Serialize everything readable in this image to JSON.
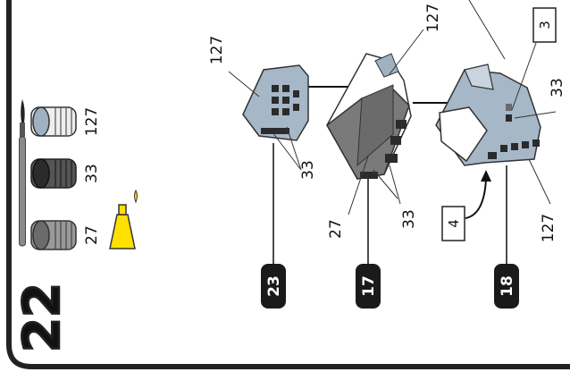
{
  "step_number": "22",
  "paints": [
    {
      "code": "127",
      "color": "#9fb1c1"
    },
    {
      "code": "33",
      "color": "#2b2b2b"
    },
    {
      "code": "27",
      "color": "#6b6b6b"
    }
  ],
  "glue_color": "#ffe000",
  "parts": [
    {
      "id": "23"
    },
    {
      "id": "17"
    },
    {
      "id": "18"
    }
  ],
  "callouts": {
    "part23_top": "127",
    "part23_detail": "33",
    "part17_top": "127",
    "part17_body": "27",
    "part17_detail": "33",
    "part18_box": "3",
    "part18_detail": "33",
    "part18_body": "127",
    "part18_arrow_box": "4"
  }
}
